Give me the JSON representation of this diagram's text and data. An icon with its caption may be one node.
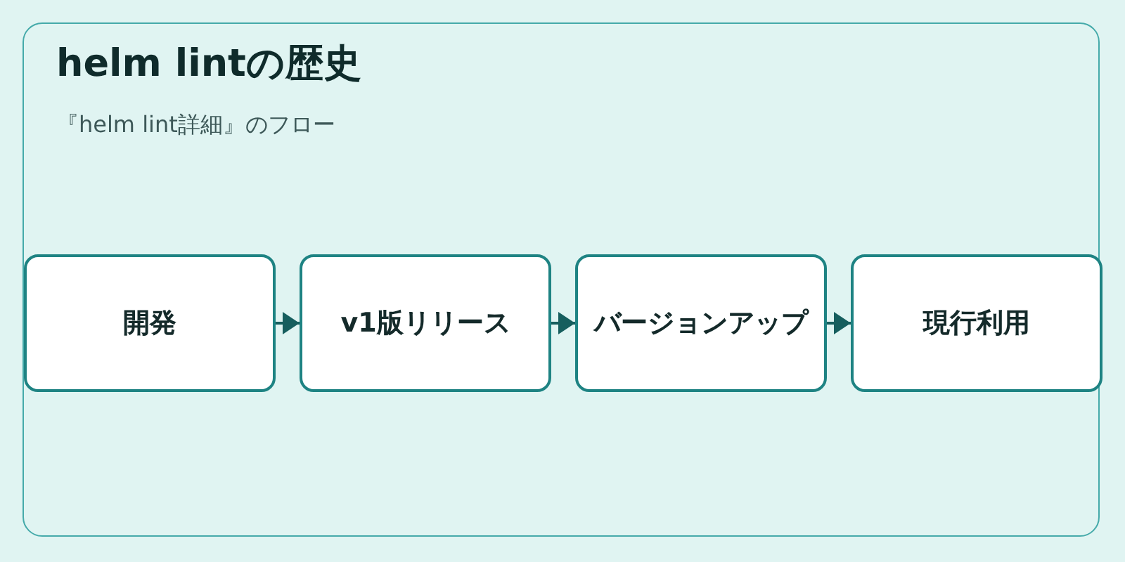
{
  "diagram": {
    "title": "helm lintの歴史",
    "nodes": [
      {
        "text": [
          "開発"
        ]
      },
      {
        "text": [
          "v1版リリース"
        ]
      },
      {
        "text": [
          "バージョンアップ"
        ]
      },
      {
        "text": [
          "現行利用"
        ]
      }
    ],
    "edges": [
      {
        "from": 0,
        "to": 1,
        "arrow": "to"
      },
      {
        "from": 1,
        "to": 2,
        "arrow": "to"
      },
      {
        "from": 2,
        "to": 3,
        "arrow": "to"
      }
    ],
    "labels": [
      "『helm lint詳細』のフロー"
    ]
  }
}
